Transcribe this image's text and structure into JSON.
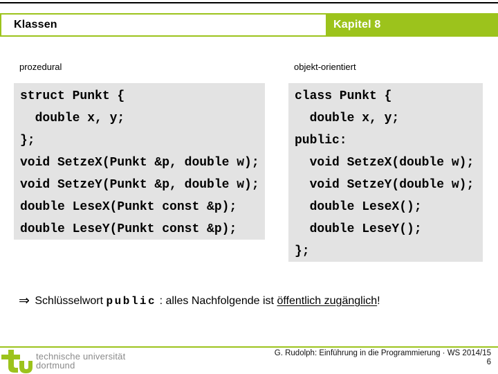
{
  "header": {
    "title": "Klassen",
    "chapter": "Kapitel 8"
  },
  "columns": {
    "left": {
      "label": "prozedural",
      "code": [
        "struct Punkt {",
        "  double x, y;",
        "};",
        "void SetzeX(Punkt &p, double w);",
        "void SetzeY(Punkt &p, double w);",
        "double LeseX(Punkt const &p);",
        "double LeseY(Punkt const &p);"
      ]
    },
    "right": {
      "label": "objekt-orientiert",
      "code": [
        "class Punkt {",
        "  double x, y;",
        "public:",
        "  void SetzeX(double w);",
        "  void SetzeY(double w);",
        "  double LeseX();",
        "  double LeseY();",
        "};"
      ]
    }
  },
  "note": {
    "arrow": "⇒",
    "pre": " Schlüsselwort ",
    "keyword": "public",
    "mid": " : alles Nachfolgende ist ",
    "underlined": "öffentlich zugänglich",
    "post": "!"
  },
  "footer": {
    "university_line1": "technische universität",
    "university_line2": "dortmund",
    "credit": "G. Rudolph: Einführung in die Programmierung · WS 2014/15",
    "page": "6",
    "logo_icon": "tu-dortmund-logo"
  },
  "colors": {
    "green": "#9cc31c",
    "code_background": "#e3e3e3",
    "footer_gray": "#8a8a8a",
    "top_rule": "#000000"
  }
}
